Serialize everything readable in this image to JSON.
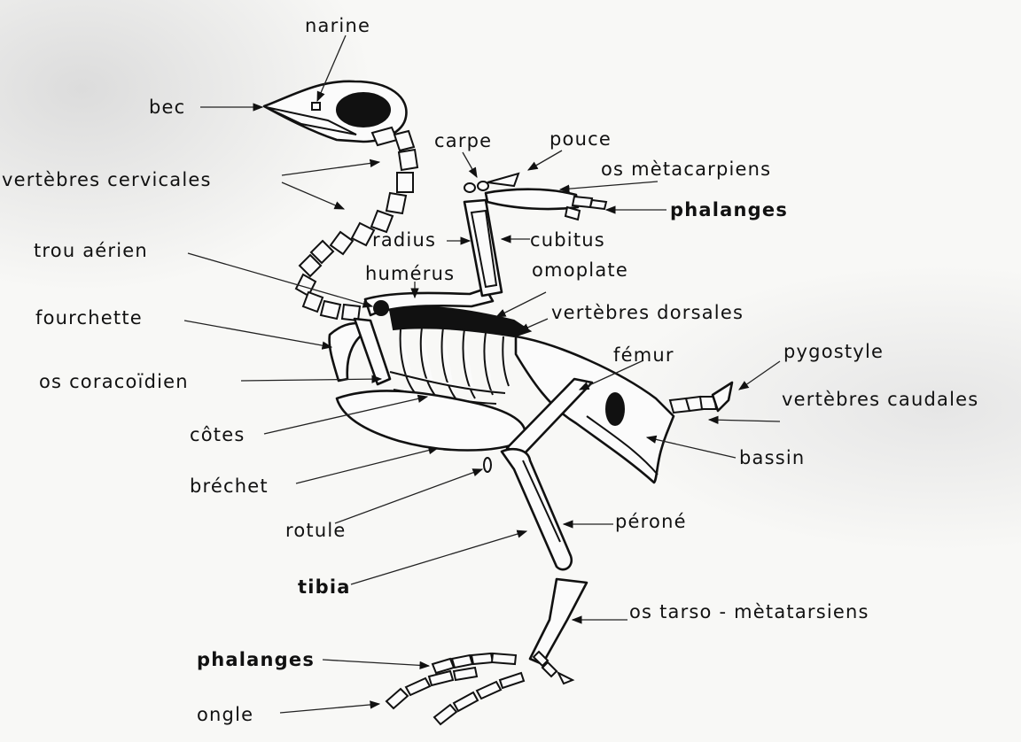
{
  "diagram": {
    "labels": {
      "narine": "narine",
      "bec": "bec",
      "vertebres_cervicales": "vertèbres cervicales",
      "carpe": "carpe",
      "pouce": "pouce",
      "os_metacarpiens": "os mètacarpiens",
      "phalanges_aile": "phalanges",
      "trou_aerien": "trou aérien",
      "radius": "radius",
      "cubitus": "cubitus",
      "humerus": "humérus",
      "omoplate": "omoplate",
      "fourchette": "fourchette",
      "vertebres_dorsales": "vertèbres dorsales",
      "femur": "fémur",
      "pygostyle": "pygostyle",
      "os_coracoidien": "os coracoïdien",
      "vertebres_caudales": "vertèbres caudales",
      "cotes": "côtes",
      "bassin": "bassin",
      "brechet": "bréchet",
      "rotule": "rotule",
      "perone": "péroné",
      "tibia": "tibia",
      "os_tarso_metatarsiens": "os tarso - mètatarsiens",
      "phalanges_patte": "phalanges",
      "ongle": "ongle"
    }
  }
}
